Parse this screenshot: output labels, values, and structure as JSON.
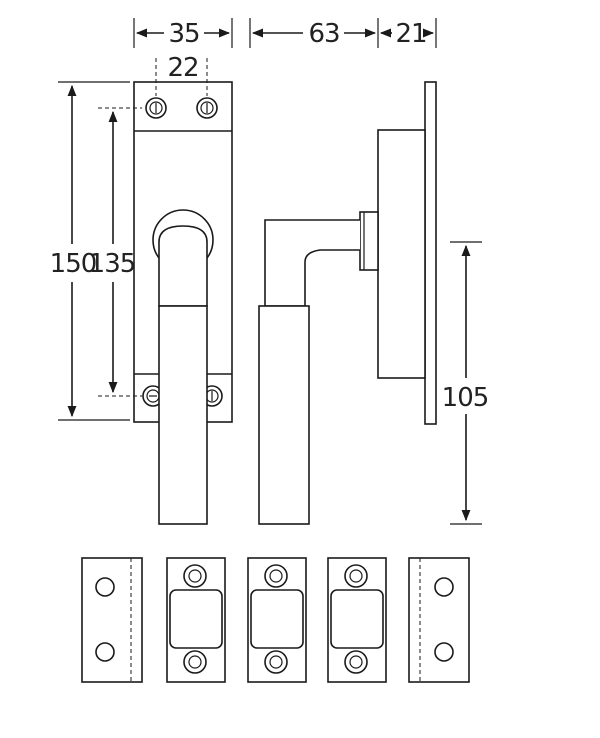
{
  "dimensions": {
    "width_total": "35",
    "hole_spacing_horizontal": "22",
    "projection": "63",
    "rose_depth": "21",
    "height_total": "150",
    "hole_spacing_vertical": "135",
    "handle_height": "105"
  }
}
